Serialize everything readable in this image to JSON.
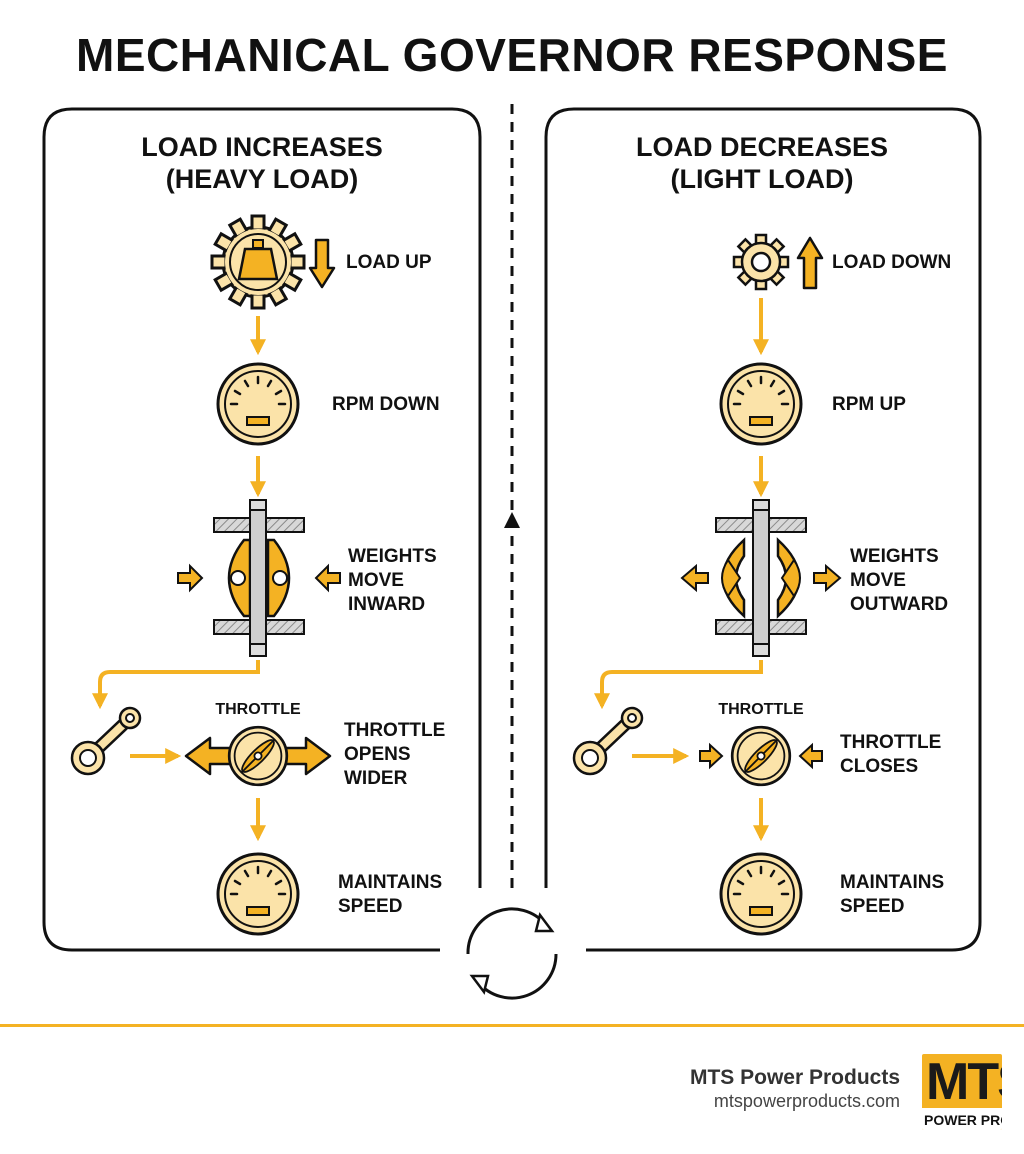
{
  "title": "MECHANICAL GOVERNOR RESPONSE",
  "panels": [
    {
      "title_line1": "LOAD INCREASES",
      "title_line2": "(HEAVY LOAD)",
      "load": "LOAD UP",
      "rpm": "RPM DOWN",
      "weights": [
        "WEIGHTS",
        "MOVE",
        "INWARD"
      ],
      "throttle_label": "THROTTLE",
      "throttle_action": [
        "THROTTLE",
        "OPENS",
        "WIDER"
      ],
      "result": [
        "MAINTAINS",
        "SPEED"
      ]
    },
    {
      "title_line1": "LOAD DECREASES",
      "title_line2": "(LIGHT LOAD)",
      "load": "LOAD DOWN",
      "rpm": "RPM UP",
      "weights": [
        "WEIGHTS",
        "MOVE",
        "OUTWARD"
      ],
      "throttle_label": "THROTTLE",
      "throttle_action": [
        "THROTTLE",
        "CLOSES"
      ],
      "result": [
        "MAINTAINS",
        "SPEED"
      ]
    }
  ],
  "footer": {
    "brand_name": "MTS Power Products",
    "brand_url": "mtspowerproducts.com",
    "logo_text": "MTS",
    "logo_subtext": "POWER PRODUCTS"
  },
  "colors": {
    "accent": "#f4b223",
    "gauge_fill": "#fbe3a9",
    "outline": "#111111"
  }
}
